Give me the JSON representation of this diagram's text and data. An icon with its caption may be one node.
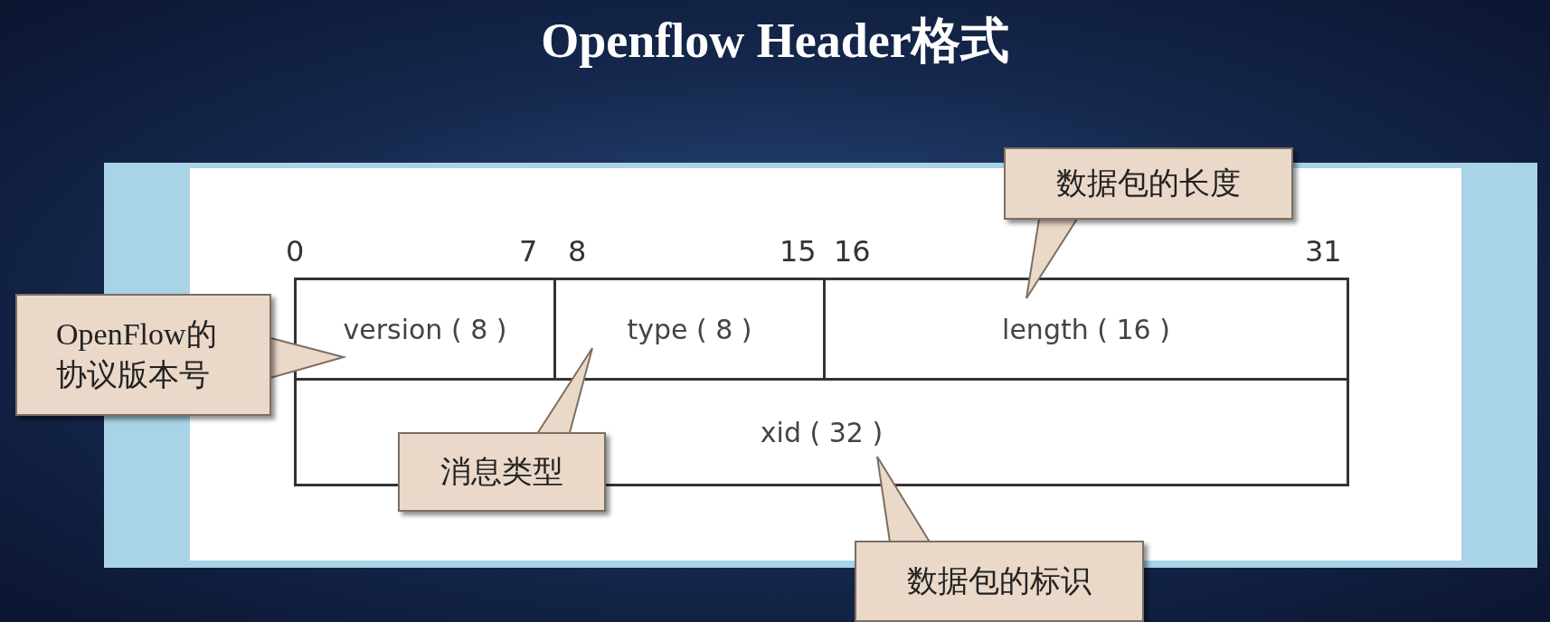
{
  "diagram": {
    "title": "Openflow Header格式",
    "nodes": [
      {
        "text": [
          "version ( 8 )"
        ]
      },
      {
        "text": [
          "type ( 8 )"
        ]
      },
      {
        "text": [
          "length ( 16 )"
        ]
      },
      {
        "text": [
          "xid ( 32 )"
        ]
      },
      {
        "text": [
          "数据包的长度"
        ]
      },
      {
        "text": [
          "OpenFlow的协议版本号"
        ]
      },
      {
        "text": [
          "消息类型"
        ]
      },
      {
        "text": [
          "数据包的标识"
        ]
      }
    ],
    "edges": [
      {
        "from": 4,
        "to": 2,
        "arrow": "to"
      },
      {
        "from": 5,
        "to": 0,
        "arrow": "to"
      },
      {
        "from": 6,
        "to": 1,
        "arrow": "to"
      },
      {
        "from": 7,
        "to": 3,
        "arrow": "to"
      }
    ],
    "labels": [
      "0",
      "7",
      "8",
      "15",
      "16",
      "31"
    ]
  }
}
